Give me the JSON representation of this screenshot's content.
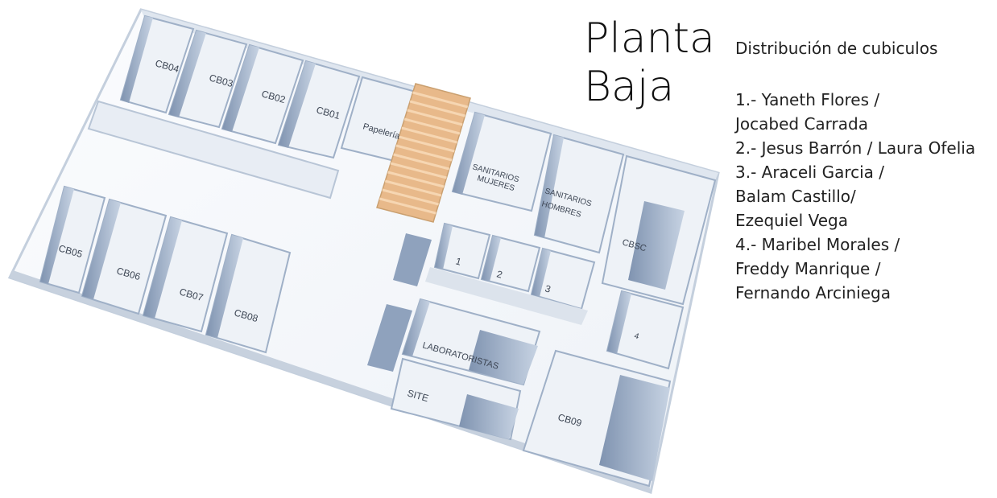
{
  "title_line1": "Planta",
  "title_line2": "Baja",
  "subtitle": "Distribución de cubiculos",
  "assignments": [
    "1.- Yaneth Flores /",
    "Jocabed Carrada",
    "2.- Jesus Barrón / Laura Ofelia",
    "3.- Araceli Garcia /",
    "Balam Castillo/",
    "Ezequiel Vega",
    "4.- Maribel Morales /",
    "Freddy Manrique /",
    "Fernando Arciniega"
  ],
  "rooms": {
    "cb04": "CB04",
    "cb03": "CB03",
    "cb02": "CB02",
    "cb01": "CB01",
    "papeleria": "Papelería",
    "sanitarios_mujeres_1": "SANITARIOS",
    "sanitarios_mujeres_2": "MUJERES",
    "sanitarios_hombres_1": "SANITARIOS",
    "sanitarios_hombres_2": "HOMBRES",
    "cbsc": "CBSC",
    "cb05": "CB05",
    "cb06": "CB06",
    "cb07": "CB07",
    "cb08": "CB08",
    "cubicle_1": "1",
    "cubicle_2": "2",
    "cubicle_3": "3",
    "cubicle_4": "4",
    "laboratoristas": "LABORATORISTAS",
    "site": "SITE",
    "cb09": "CB09"
  },
  "colors": {
    "floor": "#f6f8fb",
    "wall_top": "#ffffff",
    "wall_shade": "#8fa2bd",
    "wall_light": "#c9d6e6",
    "stairs": "#e8b98a"
  }
}
